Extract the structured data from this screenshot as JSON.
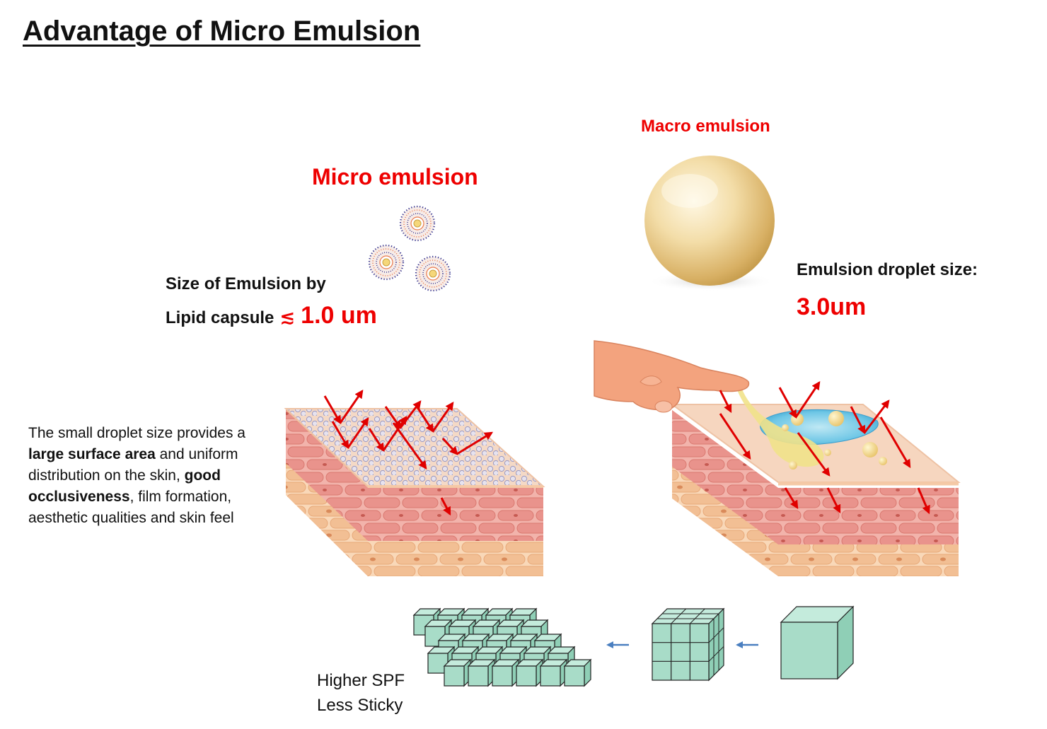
{
  "title": "Advantage of Micro Emulsion",
  "micro": {
    "label": "Micro emulsion",
    "size_line1": "Size of Emulsion by",
    "size_line2_prefix": "Lipid capsule",
    "size_symbol": "≲",
    "size_value": "1.0 um"
  },
  "macro": {
    "label": "Macro emulsion",
    "droplet_label": "Emulsion droplet  size:",
    "droplet_value": "3.0um"
  },
  "description": {
    "p1": "The small droplet size provides a ",
    "b1": "large surface area",
    "p2": " and uniform distribution on the skin, ",
    "b2": "good occlusiveness",
    "p3": ", film formation, aesthetic qualities and skin feel"
  },
  "benefits": [
    "Higher SPF",
    "Less Sticky"
  ],
  "colors": {
    "accent_red": "#ee0000",
    "cube_fill": "#a8dcc8",
    "skin_pink": "#f2a8a0",
    "skin_peach": "#f7cfa8",
    "arrow_blue": "#4a7fc0"
  }
}
